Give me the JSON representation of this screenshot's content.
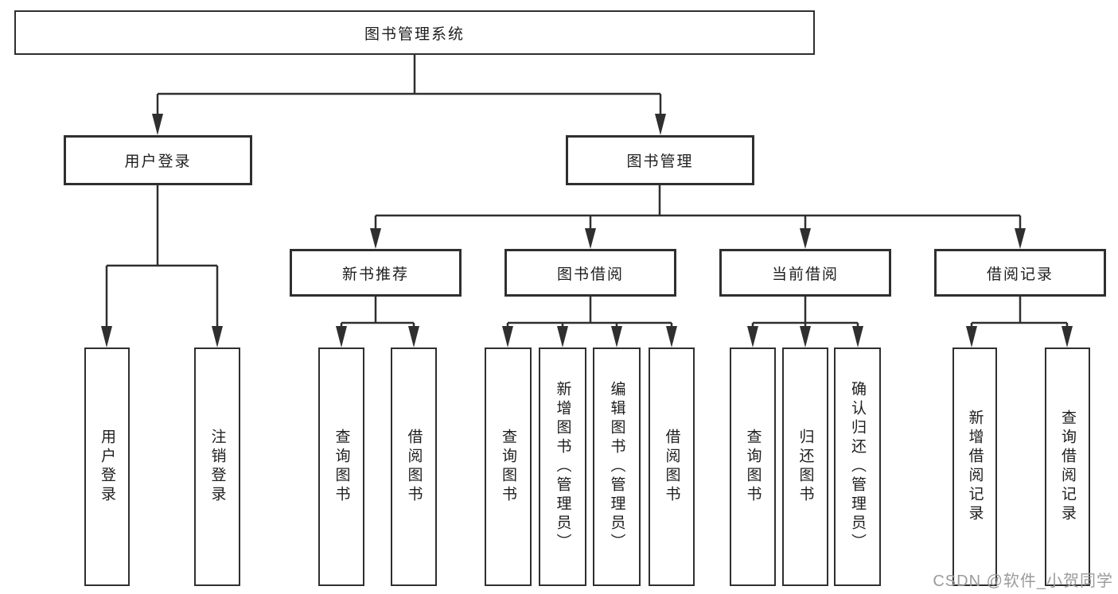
{
  "tree": {
    "label": "图书管理系统",
    "children": [
      {
        "label": "用户登录",
        "children": [
          {
            "label": "用户登录"
          },
          {
            "label": "注销登录"
          }
        ]
      },
      {
        "label": "图书管理",
        "children": [
          {
            "label": "新书推荐",
            "children": [
              {
                "label": "查询图书"
              },
              {
                "label": "借阅图书"
              }
            ]
          },
          {
            "label": "图书借阅",
            "children": [
              {
                "label": "查询图书"
              },
              {
                "label": "新增图书（管理员）"
              },
              {
                "label": "编辑图书（管理员）"
              },
              {
                "label": "借阅图书"
              }
            ]
          },
          {
            "label": "当前借阅",
            "children": [
              {
                "label": "查询图书"
              },
              {
                "label": "归还图书"
              },
              {
                "label": "确认归还（管理员）"
              }
            ]
          },
          {
            "label": "借阅记录",
            "children": [
              {
                "label": "新增借阅记录"
              },
              {
                "label": "查询借阅记录"
              }
            ]
          }
        ]
      }
    ]
  },
  "watermark": {
    "text": "CSDN @软件_小贺同学"
  },
  "colors": {
    "line": "#2f2f2f",
    "text": "#1e1e1e",
    "watermark": "#9b9b9b",
    "bg": "#ffffff"
  }
}
